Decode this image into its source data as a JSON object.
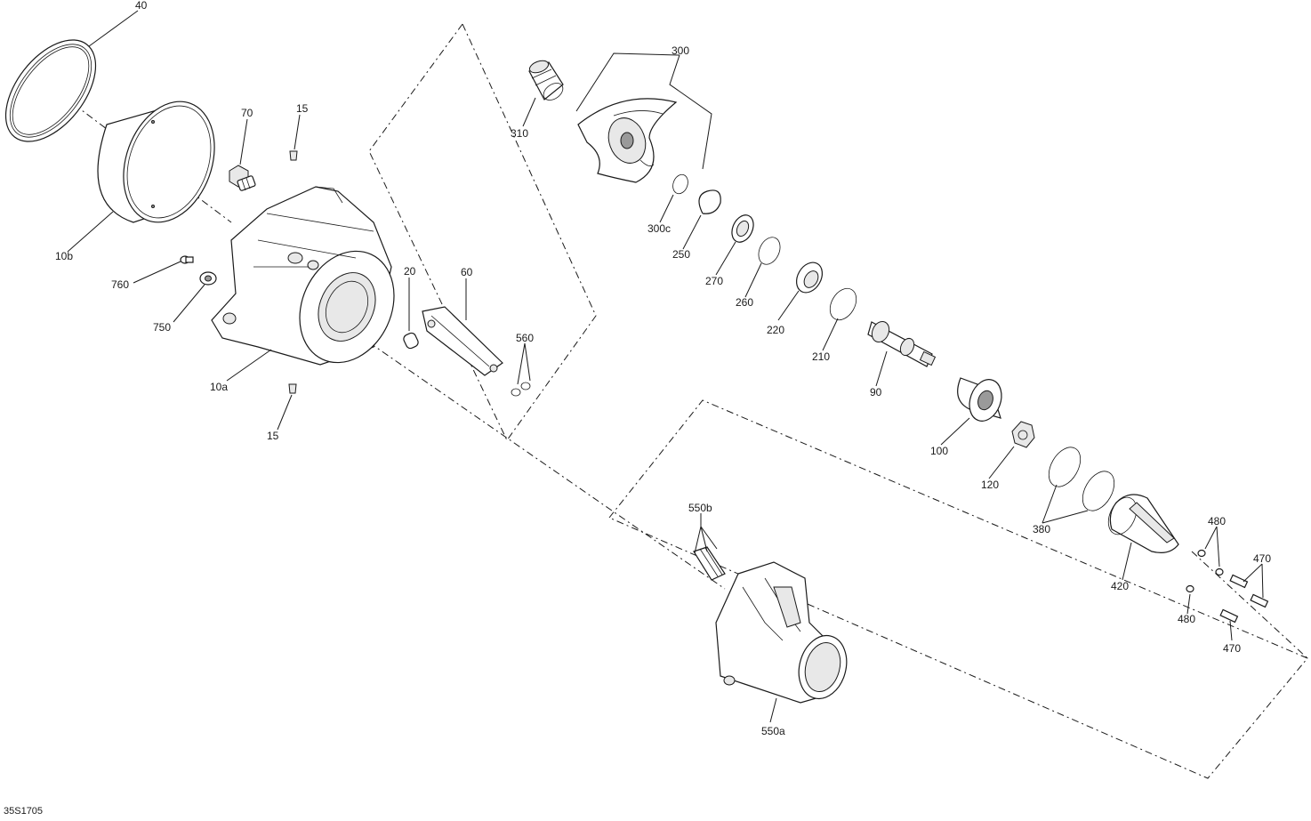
{
  "diagram": {
    "reference_code": "35S1705",
    "callouts": {
      "c40": "40",
      "c10b": "10b",
      "c70": "70",
      "c15_top": "15",
      "c760": "760",
      "c750": "750",
      "c10a": "10a",
      "c15_bottom": "15",
      "c20": "20",
      "c60": "60",
      "c560": "560",
      "c310": "310",
      "c300": "300",
      "c300c": "300c",
      "c250": "250",
      "c270": "270",
      "c260": "260",
      "c220": "220",
      "c210": "210",
      "c90": "90",
      "c100": "100",
      "c120": "120",
      "c380": "380",
      "c420": "420",
      "c480_top": "480",
      "c470_top": "470",
      "c480_bottom": "480",
      "c470_bottom": "470",
      "c550b": "550b",
      "c550a": "550a"
    }
  }
}
